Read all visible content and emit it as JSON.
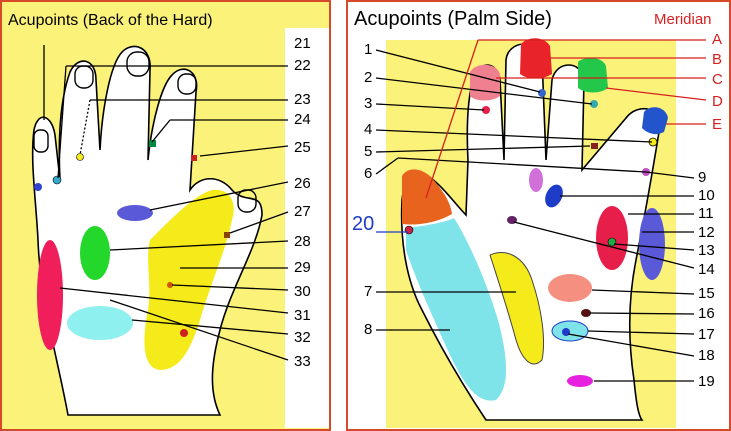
{
  "left": {
    "title": "Acupoints (Back of the Hard)",
    "labels": [
      "21",
      "22",
      "23",
      "24",
      "25",
      "26",
      "27",
      "28",
      "29",
      "30",
      "31",
      "32",
      "33"
    ]
  },
  "right": {
    "title": "Acupoints (Palm Side)",
    "meridian_label": "Meridian",
    "meridian_letters": [
      "A",
      "B",
      "C",
      "D",
      "E"
    ],
    "labels_left": [
      "1",
      "2",
      "3",
      "4",
      "5",
      "6",
      "7",
      "8"
    ],
    "label_20": "20",
    "labels_right": [
      "9",
      "10",
      "11",
      "12",
      "13",
      "14",
      "15",
      "16",
      "17",
      "18",
      "19"
    ]
  },
  "colors": {
    "background_yellow": "#fbf27a",
    "accent_red": "#d61f1f",
    "yellow_zone": "#f5ea1a",
    "cyan_zone": "#7fe3ea",
    "blue_text": "#1e3cc8"
  }
}
